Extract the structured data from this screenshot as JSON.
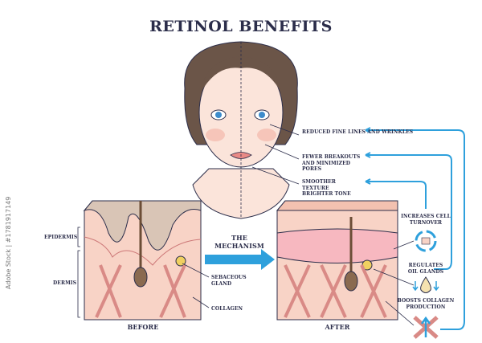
{
  "title": "RETINOL BENEFITS",
  "face_effects": [
    "REDUCED FINE LINES AND WRINKLES",
    "FEWER BREAKOUTS AND MINIMIZED PORES",
    "SMOOTHER TEXTURE BRIGHTER TONE"
  ],
  "mechanism": {
    "label": "THE MECHANISM",
    "steps": [
      "INCREASES CELL TURNOVER",
      "REGULATES OIL GLANDS",
      "BOOSTS COLLAGEN PRODUCTION"
    ]
  },
  "skin_labels": {
    "epidermis": "EPIDERMIS",
    "dermis": "DERMIS",
    "sebaceous_gland": "SEBACEOUS GLAND",
    "collagen": "COLLAGEN",
    "before": "BEFORE",
    "after": "AFTER"
  },
  "watermark": "Adobe Stock | #1781917149",
  "colors": {
    "arrow": "#2ea0dc",
    "text": "#2b2d4a",
    "skin": "#f5cdbf",
    "hair": "#6b5548"
  }
}
